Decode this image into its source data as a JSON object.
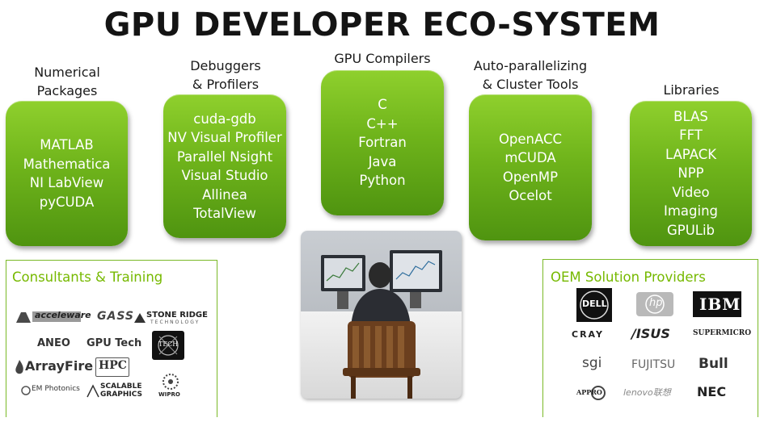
{
  "title": "GPU DEVELOPER ECO-SYSTEM",
  "categories": [
    {
      "label": [
        "Numerical",
        "Packages"
      ],
      "items": [
        "MATLAB",
        "Mathematica",
        "NI LabView",
        "pyCUDA"
      ]
    },
    {
      "label": [
        "Debuggers",
        "& Profilers"
      ],
      "items": [
        "cuda-gdb",
        "NV Visual Profiler",
        "Parallel Nsight",
        "Visual Studio",
        "Allinea",
        "TotalView"
      ]
    },
    {
      "label": [
        "GPU Compilers"
      ],
      "items": [
        "C",
        "C++",
        "Fortran",
        "Java",
        "Python"
      ]
    },
    {
      "label": [
        "Auto-parallelizing",
        "& Cluster Tools"
      ],
      "items": [
        "OpenACC",
        "mCUDA",
        "OpenMP",
        "Ocelot"
      ]
    },
    {
      "label": [
        "Libraries"
      ],
      "items": [
        "BLAS",
        "FFT",
        "LAPACK",
        "NPP",
        "Video",
        "Imaging",
        "GPULib"
      ]
    }
  ],
  "consultants": {
    "title": "Consultants & Training",
    "logos": {
      "acceleware": "acceleware",
      "gass": "GASS",
      "stoneridge": "STONE RIDGE",
      "stoneridge_sub": "TECHNOLOGY",
      "aneo": "ANEO",
      "gputech": "GPU Tech",
      "tech": "TECH",
      "arrayfire": "ArrayFire",
      "hpc": "HPC",
      "emphotonics": "EM Photonics",
      "scalable": "SCALABLE",
      "graphics": "GRAPHICS",
      "wipro": "WIPRO"
    }
  },
  "oem": {
    "title": "OEM Solution Providers",
    "logos": {
      "dell": "DELL",
      "hp": "hp",
      "ibm": "IBM",
      "cray": "CRAY",
      "asus": "/ISUS",
      "supermicro": "SUPERMICRO",
      "sgi": "sgi",
      "fujitsu": "FUJITSU",
      "bull": "Bull",
      "appro": "APPRO",
      "lenovo": "lenovo联想",
      "nec": "NEC"
    }
  }
}
